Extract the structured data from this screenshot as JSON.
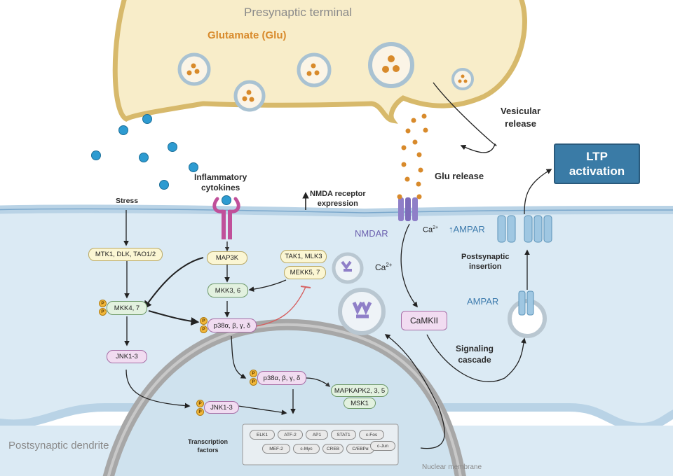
{
  "labels": {
    "presynaptic": "Presynaptic terminal",
    "glutamate": "Glutamate (Glu)",
    "vesicular_release": "Vesicular\nrelease",
    "glu_release": "Glu release",
    "ltp": "LTP\nactivation",
    "inflammatory": "Inflammatory\ncytokines",
    "stress": "Stress",
    "nmda_expression": "NMDA receptor\nexpression",
    "nmda_arrow": "↑",
    "nmdar": "NMDAR",
    "ca_top_base": "Ca",
    "ca_top_sup": "2+",
    "ca_mid_base": "Ca",
    "ca_mid_sup": "2+",
    "ampar_up": "↑AMPAR",
    "postsynaptic_insertion": "Postsynaptic\ninsertion",
    "ampar": "AMPAR",
    "signaling_cascade": "Signaling\ncascade",
    "transcription_factors": "Transcription\nfactors",
    "postsynaptic_dendrite": "Postsynaptic dendrite",
    "nuclear_membrane": "Nuclear membrane"
  },
  "nodes": {
    "mtk1": "MTK1, DLK, TAO1/2",
    "map3k": "MAP3K",
    "tak1": "TAK1, MLK3",
    "mekk5": "MEKK5, 7",
    "mkk4": "MKK4, 7",
    "mkk3": "MKK3, 6",
    "p38_cyto": "p38α, β, γ, δ",
    "jnk_cyto": "JNK1-3",
    "p38_nuc": "p38α, β, γ, δ",
    "mapkapk": "MAPKAPK2, 3, 5",
    "msk1": "MSK1",
    "jnk_nuc": "JNK1-3",
    "camkii": "CaMKII"
  },
  "phospho": "P",
  "transcription_factors": {
    "row1": [
      "ELK1",
      "ATF-2",
      "AP1",
      "STAT1",
      "c-Fos"
    ],
    "row2": [
      "MEF-2",
      "c-Myc",
      "CREB",
      "C/EBPα",
      "c-Jun"
    ]
  },
  "colors": {
    "cell_fill": "#dbeaf4",
    "cell_stroke": "#b9d3e6",
    "presynaptic_fill": "#f8edc9",
    "presynaptic_stroke": "#d7b96b",
    "glutamate": "#d88a2b",
    "cytokine": "#2d9bd1",
    "receptor": "#c0509a",
    "nmdar": "#8f7fc8",
    "ampar": "#9fc7e2",
    "ltp_box": "#3a7ba6",
    "inhibition": "#d66060"
  },
  "icons": [
    "cytokine-receptor-icon",
    "nmda-receptor-icon",
    "ampar-channel-icon",
    "vesicle-icon",
    "phospho-icon"
  ]
}
